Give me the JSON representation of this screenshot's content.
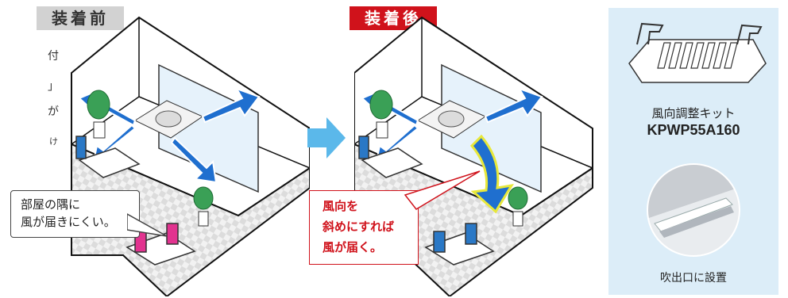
{
  "labels": {
    "before": "装着前",
    "after": "装着後"
  },
  "left_edge_fragments": [
    "付",
    "」",
    "が",
    "け"
  ],
  "callouts": {
    "before": [
      "部屋の隅に",
      "風が届きにくい。"
    ],
    "after": [
      "風向を",
      "斜めにすれば",
      "風が届く。"
    ]
  },
  "product": {
    "name": "風向調整キット",
    "model": "KPWP55A160",
    "install_caption": "吹出口に設置"
  },
  "colors": {
    "accent_red": "#d0121b",
    "airflow_blue": "#1f6fcf",
    "transition_arrow": "#5bb8ea",
    "panel_bg": "#dcedf8",
    "label_gray": "#d2d2d2"
  },
  "icons": [
    "transition-arrow-icon",
    "airflow-arrows-icon",
    "ceiling-ac-unit-icon",
    "plant-icon",
    "deflector-kit-icon"
  ]
}
